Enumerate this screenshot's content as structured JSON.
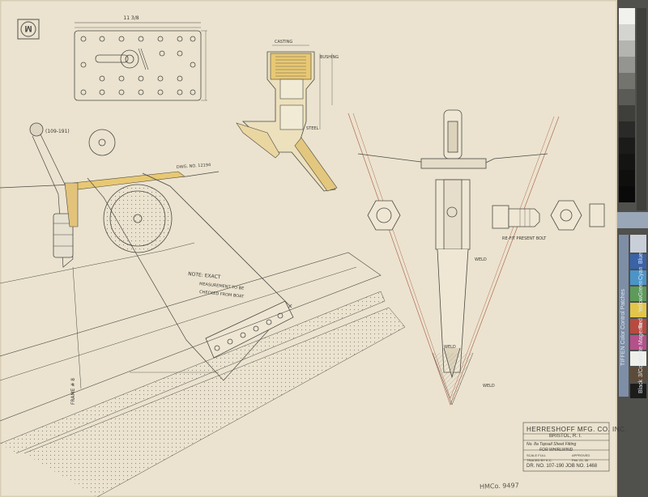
{
  "stamp": {
    "letter": "M"
  },
  "notes": {
    "main_note": "NOTE: EXACT",
    "note_line2": "MEASUREMENT TO BE",
    "note_line3": "CHECKED FROM BOAT",
    "frame_label": "FRAME # 8",
    "ref1": "(109-191)",
    "dwg_ref": "DWG. NO. 12194",
    "weld1": "WELD",
    "weld2": "WELD",
    "weld3": "WELD",
    "refit_bolt": "RE-FIT PRESENT BOLT",
    "bushing": "BUSHING",
    "casting": "CASTING",
    "steel": "STEEL",
    "dim_top": "11 3/8"
  },
  "title_block": {
    "company": "HERRESHOFF MFG. CO. INC.",
    "city": "BRISTOL, R. I.",
    "subject": "No. 8a Topsail Sheet Fitting",
    "vessel": "FOR WHIRLWIND",
    "scale_label": "SCALE",
    "scale_value": "FULL",
    "drawn_label": "DRAWN BY",
    "approved_label": "APPROVED",
    "traced_label": "TRACED BY",
    "traced_value": "K.C.",
    "date_value": "Feb. 21, 30",
    "dwg_label": "DR. NO.",
    "dwg_value": "107-190",
    "job_label": "JOB NO.",
    "job_value": "1468"
  },
  "pencil_mark": "HMCo. 9497",
  "color_strip": {
    "brand": "TIFFEN Color Control Patches",
    "colors": [
      "Blue",
      "Cyan",
      "Green",
      "Yellow",
      "Red",
      "Magenta",
      "White",
      "3/Color",
      "Black"
    ]
  },
  "palette": {
    "paper": "#ebe3cf",
    "ink": "#4a4944",
    "red_ink": "#b06a55",
    "yellow": "#e8c873"
  }
}
